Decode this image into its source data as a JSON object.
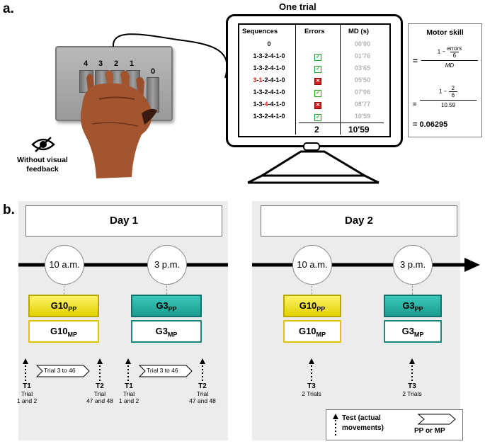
{
  "panel_a": {
    "label": "a.",
    "keypad": {
      "keys": [
        "4",
        "3",
        "2",
        "1",
        "0"
      ]
    },
    "visual_note": "Without visual\nfeedback",
    "trial": {
      "title": "One trial",
      "headers": {
        "sequences": "Sequences",
        "errors": "Errors",
        "md": "MD (s)"
      },
      "rows": [
        {
          "seq": "0",
          "err": "",
          "md": "00'00"
        },
        {
          "seq": "1-3-2-4-1-0",
          "err": "ok",
          "md": "01'76"
        },
        {
          "seq": "1-3-2-4-1-0",
          "err": "ok",
          "md": "03'65"
        },
        {
          "seq_parts": [
            "3",
            "-",
            "1",
            "-2-4-1-0"
          ],
          "seq_red": [
            true,
            false,
            true,
            false
          ],
          "err": "bad",
          "md": "05'50"
        },
        {
          "seq": "1-3-2-4-1-0",
          "err": "ok",
          "md": "07'06"
        },
        {
          "seq_parts": [
            "1-3-",
            "4",
            "-4-1-0"
          ],
          "seq_red": [
            false,
            true,
            false
          ],
          "err": "bad",
          "md": "08'77"
        },
        {
          "seq": "1-3-2-4-1-0",
          "err": "ok",
          "md": "10'59"
        }
      ],
      "totals": {
        "errors": "2",
        "md": "10'59"
      }
    },
    "motor_skill": {
      "title": "Motor skill",
      "formula_1": {
        "num_a": "1 −",
        "num_b": "errors",
        "num_c": "6",
        "den": "MD"
      },
      "formula_2": {
        "num_a": "1 −",
        "num_b": "2",
        "num_c": "6",
        "den": "10.59"
      },
      "result": "= 0.06295"
    }
  },
  "panel_b": {
    "label": "b.",
    "days": [
      {
        "title": "Day 1"
      },
      {
        "title": "Day 2"
      }
    ],
    "sessions": [
      {
        "time": "10 a.m.",
        "pp": "G10",
        "mp": "G10",
        "color": "yellow"
      },
      {
        "time": "3 p.m.",
        "pp": "G3",
        "mp": "G3",
        "color": "teal"
      },
      {
        "time": "10 a.m.",
        "pp": "G10",
        "mp": "G10",
        "color": "yellow"
      },
      {
        "time": "3 p.m.",
        "pp": "G3",
        "mp": "G3",
        "color": "teal"
      }
    ],
    "sub_pp": "PP",
    "sub_mp": "MP",
    "tests": {
      "t1": {
        "label": "T1",
        "sub": "Trial\n1 and 2"
      },
      "t2": {
        "label": "T2",
        "sub": "Trial\n47 and 48"
      },
      "t3": {
        "label": "T3",
        "sub": "2 Trials"
      },
      "practice": "Trial 3 to 46"
    },
    "legend": {
      "test": "Test (actual\nmovements)",
      "practice": "PP or MP"
    },
    "colors": {
      "yellow": "#f3e533",
      "teal": "#2bb3a7"
    }
  }
}
